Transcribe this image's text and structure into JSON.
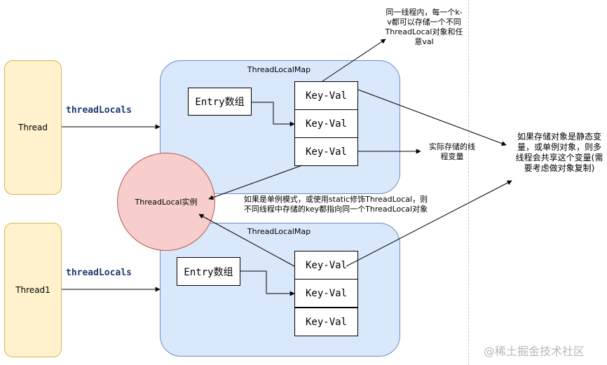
{
  "threads": [
    {
      "label": "Thread"
    },
    {
      "label": "Thread1"
    }
  ],
  "thread_locals_label": "threadLocals",
  "maps": [
    {
      "title": "ThreadLocalMap",
      "entry_label": "Entry数组",
      "rows": [
        "Key-Val",
        "Key-Val",
        "Key-Val"
      ]
    },
    {
      "title": "ThreadLocalMap",
      "entry_label": "Entry数组",
      "rows": [
        "Key-Val",
        "Key-Val",
        "Key-Val"
      ]
    }
  ],
  "instance_label": "ThreadLocal实例",
  "notes": {
    "top": "同一线程内，每一个k-v都可以存储一个不同ThreadLocal对象和任意val",
    "right": "如果存储对象是静态变量，或单例对象，则多线程会共享这个变量(需要考虑做对象复制)",
    "middle": "实际存储的线程变量",
    "singleton": "如果是单例模式，或使用static修饰ThreadLocal，则不同线程中存储的key都指向同一个ThreadLocal对象"
  },
  "watermark": "@稀土掘金技术社区"
}
